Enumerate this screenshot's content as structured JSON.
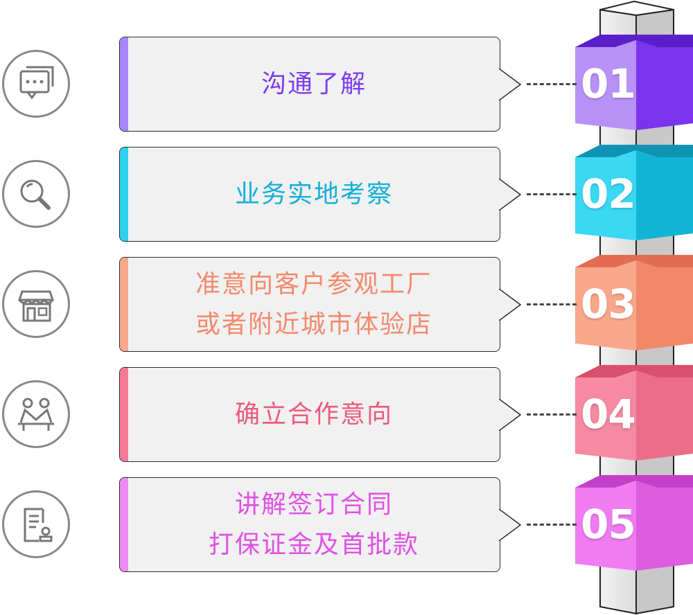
{
  "steps": [
    {
      "number": "01",
      "lines": [
        "沟通了解"
      ],
      "icon": "chat-bubbles-icon",
      "colors": {
        "text": "#7a3cf0",
        "bar": "#a985ff",
        "front": "#b891f7",
        "side": "#7b34ee",
        "top": "#5a1fc9"
      }
    },
    {
      "number": "02",
      "lines": [
        "业务实地考察"
      ],
      "icon": "magnifier-icon",
      "colors": {
        "text": "#13aed6",
        "bar": "#2fd0ef",
        "front": "#3bd8f3",
        "side": "#12b4d6",
        "top": "#0f93b3"
      }
    },
    {
      "number": "03",
      "lines": [
        "准意向客户参观工厂",
        "或者附近城市体验店"
      ],
      "icon": "storefront-icon",
      "colors": {
        "text": "#f28a6c",
        "bar": "#f8a88c",
        "front": "#f9a78b",
        "side": "#f2876a",
        "top": "#e26d52"
      }
    },
    {
      "number": "04",
      "lines": [
        "确立合作意向"
      ],
      "icon": "handshake-meeting-icon",
      "colors": {
        "text": "#ea5b7d",
        "bar": "#f47a96",
        "front": "#f58aa2",
        "side": "#ec6d8a",
        "top": "#d9506f"
      }
    },
    {
      "number": "05",
      "lines": [
        "讲解签订合同",
        "打保证金及首批款"
      ],
      "icon": "contract-stamp-icon",
      "colors": {
        "text": "#e050e6",
        "bar": "#ee8cf3",
        "front": "#f07cf2",
        "side": "#dd5ce0",
        "top": "#c43fc9"
      }
    }
  ]
}
